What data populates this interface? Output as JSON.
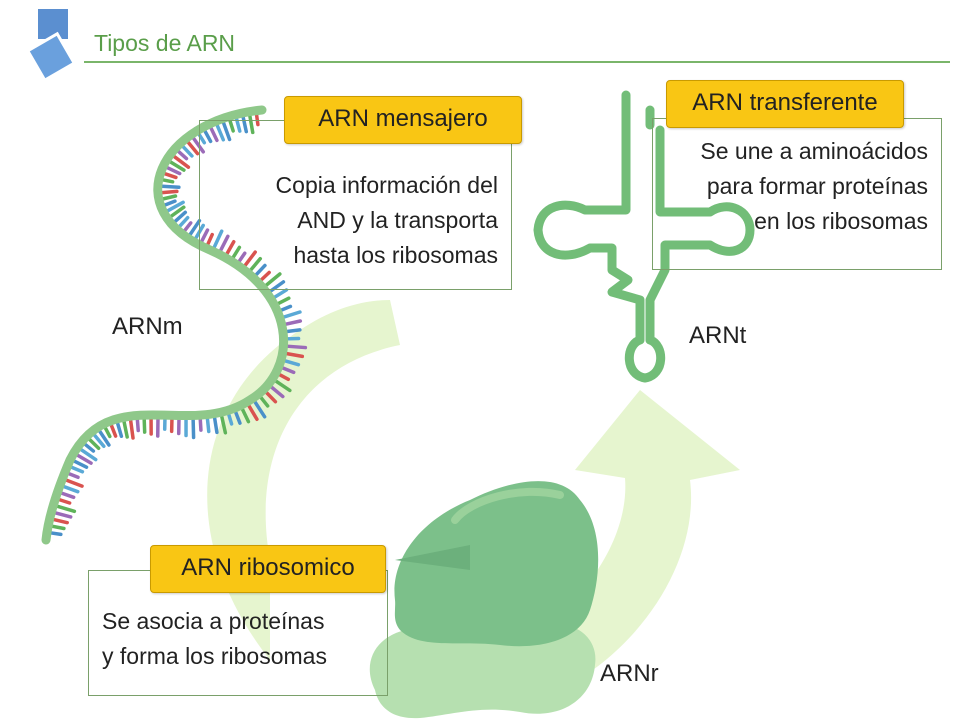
{
  "header": {
    "title": "Tipos de ARN"
  },
  "mensajero": {
    "tag": "ARN mensajero",
    "lines": [
      "Copia información del",
      "AND y la transporta",
      "hasta los ribosomas"
    ],
    "label": "ARNm"
  },
  "transferente": {
    "tag": "ARN transferente",
    "lines": [
      "Se une a aminoácidos",
      "para formar proteínas",
      "en los ribosomas"
    ],
    "label": "ARNt"
  },
  "ribosomico": {
    "tag": "ARN ribosomico",
    "lines": [
      "Se asocia a proteínas",
      "y  forma los ribosomas"
    ],
    "label": "ARNr"
  },
  "colors": {
    "tag_fill": "#f9c614",
    "arrow": "#e6f5cf",
    "strand": "#8fc88a",
    "trna": "#72bd78",
    "ribosome_dark": "#7cc08a",
    "ribosome_light": "#b6e0b0",
    "title": "#5a9e4a"
  },
  "icons": [
    "logo-squares-icon"
  ]
}
